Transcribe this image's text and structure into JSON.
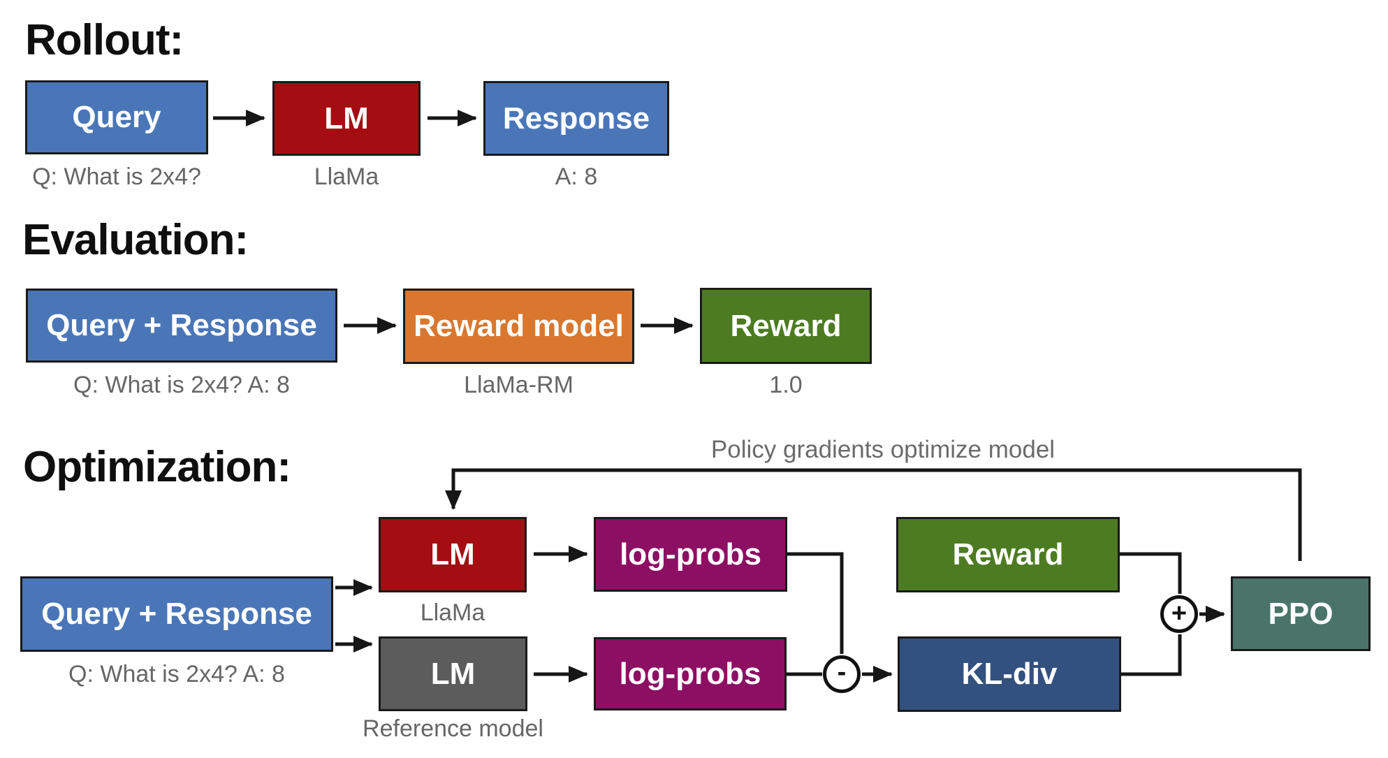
{
  "diagram": {
    "rollout": {
      "title": "Rollout:",
      "query_box": "Query",
      "lm_box": "LM",
      "response_box": "Response",
      "query_caption": "Q: What is 2x4?",
      "lm_caption": "LlaMa",
      "response_caption": "A: 8"
    },
    "evaluation": {
      "title": "Evaluation:",
      "query_response_box": "Query + Response",
      "reward_model_box": "Reward model",
      "reward_box": "Reward",
      "query_response_caption": "Q: What is 2x4? A: 8",
      "reward_model_caption": "LlaMa-RM",
      "reward_caption": "1.0"
    },
    "optimization": {
      "title": "Optimization:",
      "feedback_label": "Policy gradients optimize model",
      "query_response_box": "Query + Response",
      "query_response_caption": "Q: What is 2x4? A: 8",
      "lm_active_box": "LM",
      "lm_active_caption": "LlaMa",
      "lm_reference_box": "LM",
      "lm_reference_caption": "Reference model",
      "logprobs_active_box": "log-probs",
      "logprobs_reference_box": "log-probs",
      "reward_box": "Reward",
      "kl_div_box": "KL-div",
      "ppo_box": "PPO",
      "subtract_operator": "-",
      "add_operator": "+"
    },
    "colors": {
      "blue": "#4a76b8",
      "red": "#a40e13",
      "orange": "#d9772e",
      "green": "#4d7b22",
      "purple": "#8d0f63",
      "gray": "#5c5c5c",
      "navy": "#33517e",
      "teal": "#4a7468"
    }
  }
}
